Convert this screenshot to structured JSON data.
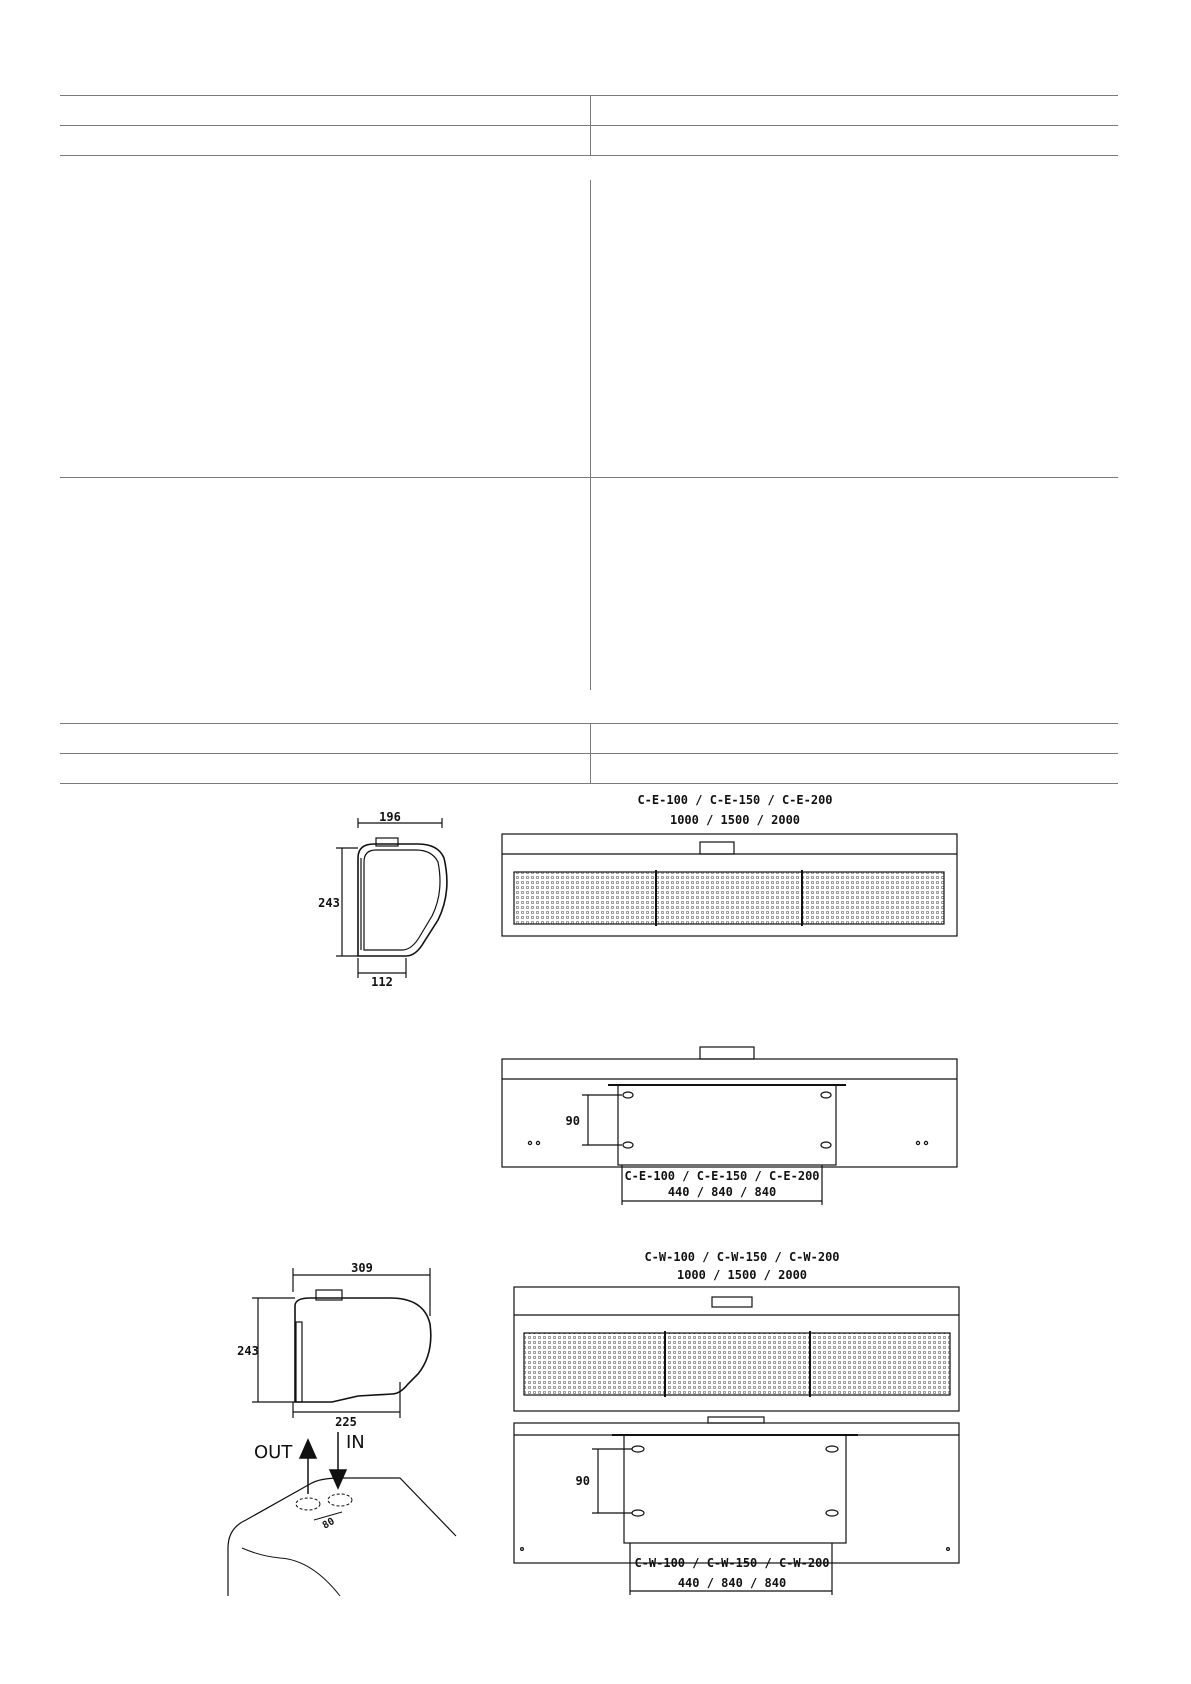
{
  "drawings": {
    "electric": {
      "side": {
        "width": "196",
        "height": "243",
        "base": "112"
      },
      "front": {
        "models": "C-E-100 / C-E-150 / C-E-200",
        "lengths": "1000 / 1500 / 2000"
      },
      "back": {
        "hole_spacing": "90",
        "models": "C-E-100 / C-E-150 / C-E-200",
        "distances": "440 / 840 / 840"
      }
    },
    "water": {
      "side": {
        "width": "309",
        "height": "243",
        "base": "225"
      },
      "front": {
        "models": "C-W-100 / C-W-150 / C-W-200",
        "lengths": "1000 / 1500 / 2000"
      },
      "connection": {
        "out_label": "OUT",
        "in_label": "IN",
        "spacing": "80"
      },
      "back": {
        "hole_spacing": "90",
        "models": "C-W-100 / C-W-150 / C-W-200",
        "distances": "440 / 840 / 840"
      }
    }
  }
}
